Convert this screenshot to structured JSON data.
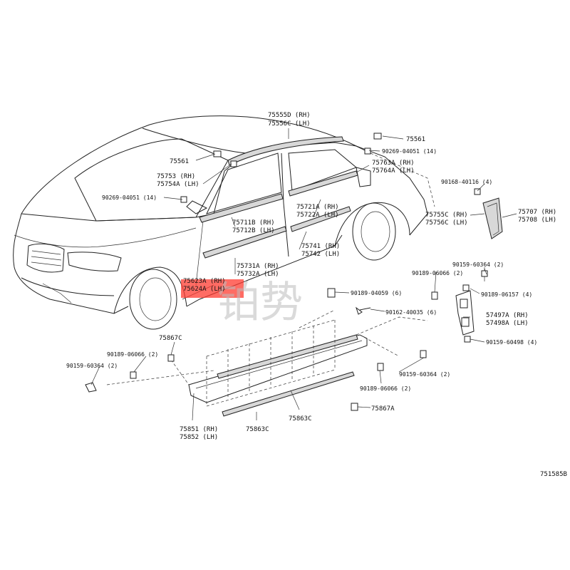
{
  "diagram": {
    "figure_code": "751585B",
    "highlight_color": "#ff3b30",
    "watermark": "铂势",
    "callouts": [
      {
        "id": "75555D",
        "lines": [
          "75555D (RH)",
          "75556C (LH)"
        ]
      },
      {
        "id": "75561a",
        "lines": [
          "75561"
        ]
      },
      {
        "id": "75561b",
        "lines": [
          "75561"
        ]
      },
      {
        "id": "90269a",
        "lines": [
          "90269-04051 (14)"
        ]
      },
      {
        "id": "90269b",
        "lines": [
          "90269-04051 (14)"
        ]
      },
      {
        "id": "75763A",
        "lines": [
          "75763A (RH)",
          "75764A (LH)"
        ]
      },
      {
        "id": "75753",
        "lines": [
          "75753  (RH)",
          "75754A (LH)"
        ]
      },
      {
        "id": "90168",
        "lines": [
          "90168-40116 (4)"
        ]
      },
      {
        "id": "75721A",
        "lines": [
          "75721A (RH)",
          "75722A (LH)"
        ]
      },
      {
        "id": "75711B",
        "lines": [
          "75711B (RH)",
          "75712B (LH)"
        ]
      },
      {
        "id": "75755C",
        "lines": [
          "75755C (RH)",
          "75756C (LH)"
        ]
      },
      {
        "id": "75707",
        "lines": [
          "75707 (RH)",
          "75708 (LH)"
        ]
      },
      {
        "id": "75741",
        "lines": [
          "75741 (RH)",
          "75742 (LH)"
        ]
      },
      {
        "id": "75731A",
        "lines": [
          "75731A (RH)",
          "75732A (LH)"
        ]
      },
      {
        "id": "75623A",
        "lines": [
          "75623A (RH)",
          "75624A (LH)"
        ]
      },
      {
        "id": "90159a",
        "lines": [
          "90159-60364 (2)"
        ]
      },
      {
        "id": "90189a",
        "lines": [
          "90189-06066 (2)"
        ]
      },
      {
        "id": "90189b",
        "lines": [
          "90189-06157 (4)"
        ]
      },
      {
        "id": "90189c",
        "lines": [
          "90189-04059 (6)"
        ]
      },
      {
        "id": "90162",
        "lines": [
          "90162-40035 (6)"
        ]
      },
      {
        "id": "57497A",
        "lines": [
          "57497A (RH)",
          "57498A (LH)"
        ]
      },
      {
        "id": "90159b",
        "lines": [
          "90159-60498 (4)"
        ]
      },
      {
        "id": "75867C",
        "lines": [
          "75867C"
        ]
      },
      {
        "id": "90189d",
        "lines": [
          "90189-06066 (2)"
        ]
      },
      {
        "id": "90159c",
        "lines": [
          "90159-60364 (2)"
        ]
      },
      {
        "id": "90159d",
        "lines": [
          "90159-60364 (2)"
        ]
      },
      {
        "id": "90189e",
        "lines": [
          "90189-06066 (2)"
        ]
      },
      {
        "id": "75867A",
        "lines": [
          "75867A"
        ]
      },
      {
        "id": "75851",
        "lines": [
          "75851 (RH)",
          "75852 (LH)"
        ]
      },
      {
        "id": "75863Ca",
        "lines": [
          "75863C"
        ]
      },
      {
        "id": "75863Cb",
        "lines": [
          "75863C"
        ]
      }
    ]
  }
}
